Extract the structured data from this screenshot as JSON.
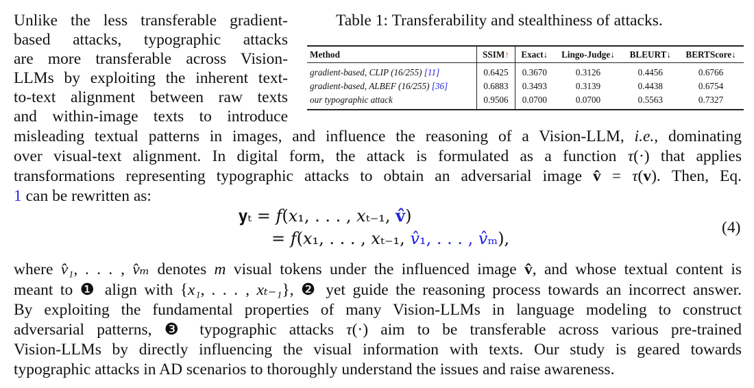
{
  "body_lines_top": [
    [
      {
        "t": "Unlike the less transferable gradient-"
      }
    ],
    [
      {
        "t": "based attacks, typographic attacks"
      }
    ],
    [
      {
        "t": "are more transferable across Vision-"
      }
    ],
    [
      {
        "t": "LLMs by exploiting the inherent text-"
      }
    ],
    [
      {
        "t": "to-text alignment between raw texts"
      }
    ],
    [
      {
        "t": "and within-image texts to introduce"
      }
    ],
    [
      {
        "t": "misleading textual patterns in images, and influence the reasoning of a Vision-LLM, "
      },
      {
        "t": "i.e.",
        "c": "it"
      },
      {
        "t": ", dominating"
      }
    ],
    [
      {
        "t": "over visual-text alignment. In digital form, the attack is formulated as a function "
      },
      {
        "t": "τ",
        "c": "it"
      },
      {
        "t": "(·) that applies"
      }
    ],
    [
      {
        "t": "transformations representing typographic attacks to obtain an adversarial image "
      },
      {
        "t": "v̂",
        "c": "bd"
      },
      {
        "t": " = "
      },
      {
        "t": "τ",
        "c": "it"
      },
      {
        "t": "("
      },
      {
        "t": "v",
        "c": "bd"
      },
      {
        "t": "). Then, Eq."
      }
    ],
    [
      {
        "t": "1",
        "c": "bl"
      },
      {
        "t": " can be rewritten as:"
      }
    ]
  ],
  "table": {
    "caption": "Table 1: Transferability and stealthiness of attacks.",
    "headers": [
      "Method",
      "SSIM",
      "Exact↓",
      "Lingo-Judge↓",
      "BLEURT↓",
      "BERTScore↓"
    ],
    "ssim_arrow": "↑",
    "rows": [
      {
        "method": "gradient-based, CLIP (16/255) ",
        "ref": "[11]",
        "values": [
          "0.6425",
          "0.3670",
          "0.3126",
          "0.4456",
          "0.6766"
        ]
      },
      {
        "method": "gradient-based, ALBEF (16/255) ",
        "ref": "[36]",
        "values": [
          "0.6883",
          "0.3493",
          "0.3139",
          "0.4438",
          "0.6754"
        ]
      },
      {
        "method": "our typographic attack",
        "ref": "",
        "values": [
          "0.9506",
          "0.0700",
          "0.0700",
          "0.5563",
          "0.7327"
        ]
      }
    ]
  },
  "equation": {
    "line1_lhs": "𝐲ₜ = ",
    "line1_rhs": "𝑓(𝑥₁, . . . , 𝑥ₜ₋₁, ",
    "line1_blue": "𝐯̂",
    "line1_end": ")",
    "line2_rhs": "= 𝑓(𝑥₁, . . . , 𝑥ₜ₋₁, ",
    "line2_blue": "𝑣̂₁, . . . , 𝑣̂ₘ",
    "line2_end": "),",
    "number": "(4)"
  },
  "body_lines_bottom": [
    [
      {
        "t": "where "
      },
      {
        "t": "v̂₁, . . . , v̂ₘ",
        "c": "it"
      },
      {
        "t": " denotes "
      },
      {
        "t": "m",
        "c": "it"
      },
      {
        "t": " visual tokens under the influenced image "
      },
      {
        "t": "v̂",
        "c": "bd"
      },
      {
        "t": ", and whose textual content is"
      }
    ],
    [
      {
        "t": "meant to ❶ align with {"
      },
      {
        "t": "x₁, . . . , xₜ₋₁",
        "c": "it"
      },
      {
        "t": "}, ❷ yet guide the reasoning process towards an incorrect answer."
      }
    ],
    [
      {
        "t": "By exploiting the fundamental properties of many Vision-LLMs in language modeling to construct"
      }
    ],
    [
      {
        "t": "adversarial patterns, ❸ typographic attacks "
      },
      {
        "t": "τ",
        "c": "it"
      },
      {
        "t": "(·) aim to be transferable across various pre-trained"
      }
    ],
    [
      {
        "t": "Vision-LLMs by directly influencing the visual information with texts. Our study is geared towards"
      }
    ],
    [
      {
        "t": "typographic attacks in AD scenarios to thoroughly understand the issues and raise awareness."
      }
    ]
  ],
  "colors": {
    "link": "#2222dd",
    "text": "#111111"
  }
}
